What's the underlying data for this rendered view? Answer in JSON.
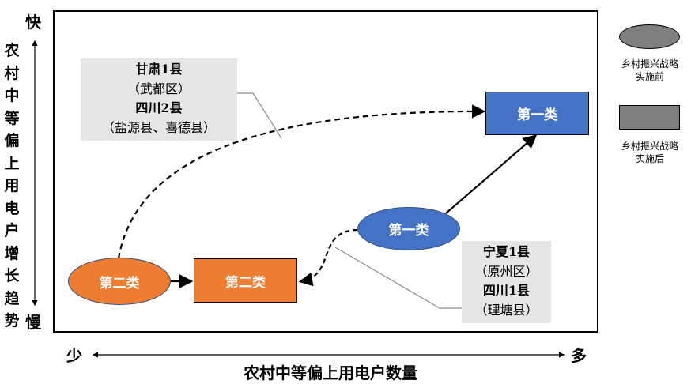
{
  "axes": {
    "y_label": "农村中等偏上用电户增长趋势",
    "y_top": "快",
    "y_bottom": "慢",
    "x_label": "农村中等偏上用电户数量",
    "x_left": "少",
    "x_right": "多"
  },
  "nodes": {
    "before_class2": "第二类",
    "after_class2": "第二类",
    "before_class1": "第一类",
    "after_class1": "第一类"
  },
  "annotations": {
    "left": [
      "甘肃1县",
      "（武都区）",
      "四川2县",
      "（盐源县、喜德县）"
    ],
    "right": [
      "宁夏1县",
      "（原州区）",
      "四川1县",
      "（理塘县）"
    ]
  },
  "legend": {
    "before": [
      "乡村振兴战略",
      "实施前"
    ],
    "after": [
      "乡村振兴战略",
      "实施后"
    ]
  },
  "colors": {
    "orange": "#ed7d31",
    "blue": "#4472c4",
    "gray": "#7f7f7f",
    "annotation_bg": "#e6e6e6"
  }
}
